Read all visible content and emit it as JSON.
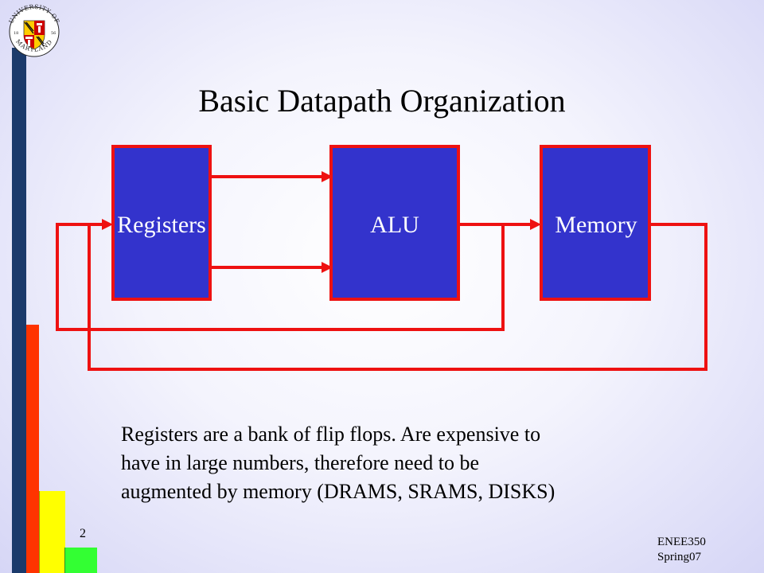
{
  "slide": {
    "title": "Basic Datapath Organization",
    "body_lines": [
      "Registers are a bank of flip flops. Are expensive to",
      "have in large numbers, therefore need to be",
      "augmented by memory (DRAMS, SRAMS, DISKS)"
    ],
    "page_number": "2",
    "footer": {
      "course": "ENEE350",
      "term": "Spring07"
    },
    "logo": {
      "text_top": "UNIVERSITY OF",
      "text_bottom": "MARYLAND",
      "year_left": "18",
      "year_right": "56"
    }
  },
  "diagram": {
    "blocks": [
      {
        "id": "registers",
        "label": "Registers"
      },
      {
        "id": "alu",
        "label": "ALU"
      },
      {
        "id": "memory",
        "label": "Memory"
      }
    ],
    "colors": {
      "block_fill": "#3333cc",
      "block_border": "#ee1111",
      "wire": "#ee1111",
      "block_text": "#ffffff"
    }
  }
}
